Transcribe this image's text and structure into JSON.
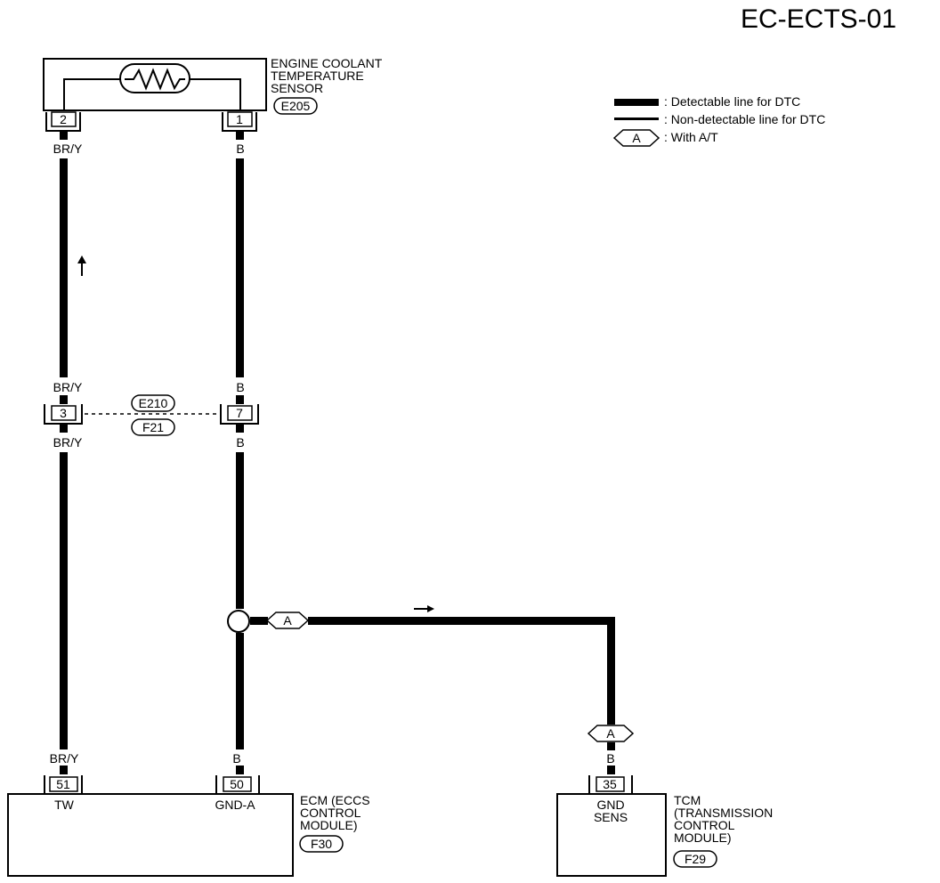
{
  "page_code": "EC-ECTS-01",
  "legend": {
    "detectable": ": Detectable line for DTC",
    "non_detectable": ": Non-detectable line for DTC",
    "option_code": "A",
    "option_text": ": With A/T"
  },
  "sensor": {
    "name_line1": "ENGINE COOLANT",
    "name_line2": "TEMPERATURE",
    "name_line3": "SENSOR",
    "connector": "E205",
    "pin_left": "2",
    "pin_right": "1"
  },
  "wires": {
    "left_color": "BR/Y",
    "right_color": "B",
    "tcm_color": "B"
  },
  "joint_connector": {
    "pin_left": "3",
    "pin_right": "7",
    "connector_upper": "E210",
    "connector_lower": "F21"
  },
  "ecm": {
    "name_line1": "ECM (ECCS",
    "name_line2": "CONTROL",
    "name_line3": "MODULE)",
    "connector": "F30",
    "pin_left": "51",
    "pin_left_label": "TW",
    "pin_right": "50",
    "pin_right_label": "GND-A"
  },
  "tcm": {
    "name_line1": "TCM",
    "name_line2": "(TRANSMISSION",
    "name_line3": "CONTROL",
    "name_line4": "MODULE)",
    "connector": "F29",
    "pin": "35",
    "pin_label_line1": "GND",
    "pin_label_line2": "SENS"
  },
  "branch_option": "A"
}
